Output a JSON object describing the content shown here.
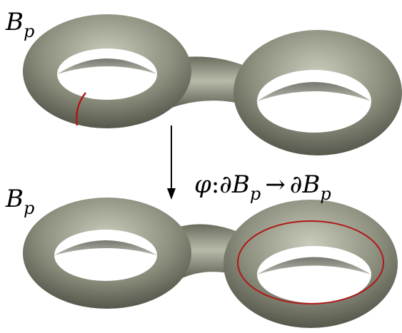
{
  "labels": {
    "top_body": {
      "base": "B",
      "sub": "p"
    },
    "bottom_body": {
      "base": "B",
      "sub": "p"
    },
    "map": {
      "phi": "φ",
      "colon": ":",
      "partial_1": "∂",
      "base_1": "B",
      "sub_1": "p",
      "arrow": "→",
      "partial_2": "∂",
      "base_2": "B",
      "sub_2": "p"
    }
  },
  "colors": {
    "surface": "#8d8f7f",
    "surface_light": "#c5c7b6",
    "surface_dark": "#4a4c40",
    "curve": "#b01818",
    "arrow": "#000000"
  }
}
